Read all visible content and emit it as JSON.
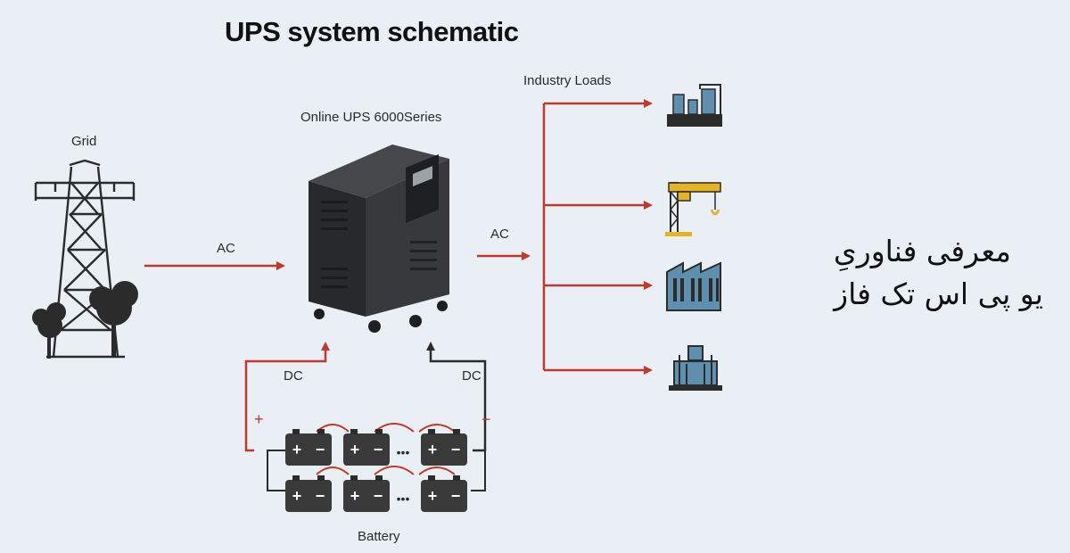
{
  "title": "UPS system schematic",
  "labels": {
    "grid": "Grid",
    "ac_in": "AC",
    "ups": "Online UPS 6000Series",
    "ac_out": "AC",
    "industry_loads": "Industry Loads",
    "dc_left": "DC",
    "dc_right": "DC",
    "battery": "Battery",
    "plus": "+",
    "minus": "−",
    "ellipsis": "•••"
  },
  "persian": {
    "line1": "معرفی فناوریِ",
    "line2": "یو پی اس تک فاز"
  },
  "colors": {
    "arrow": "#c0392b",
    "dark": "#2b2b2b",
    "battery": "#3a3a3a",
    "ups_body": "#2e2f31",
    "load_blue": "#5f8fae",
    "crane_yellow": "#e6b422"
  }
}
